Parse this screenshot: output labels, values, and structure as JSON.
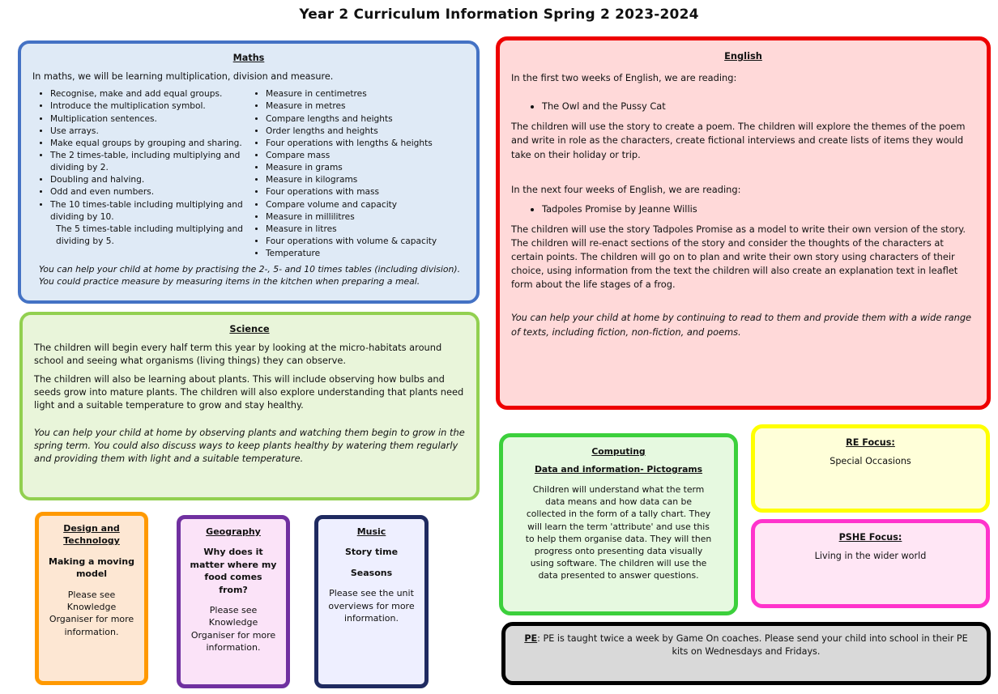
{
  "title": "Year 2 Curriculum Information Spring 2 2023-2024",
  "maths": {
    "heading": "Maths",
    "intro": "In maths, we will be learning multiplication, division and measure.",
    "col1": [
      "Recognise, make and add equal groups.",
      "Introduce the multiplication symbol.",
      "Multiplication sentences.",
      "Use arrays.",
      "Make equal groups by grouping and sharing.",
      "The 2 times-table, including multiplying and dividing by 2.",
      "Doubling and halving.",
      "Odd and even numbers.",
      "The 10 times-table including multiplying and dividing by 10."
    ],
    "col1_extra": "The 5 times-table including multiplying and dividing by 5.",
    "col2": [
      "Measure in centimetres",
      "Measure in metres",
      "Compare lengths and heights",
      "Order lengths and heights",
      "Four operations with lengths & heights",
      "Compare mass",
      "Measure in grams",
      "Measure in kilograms",
      "Four operations with mass",
      "Compare volume and capacity",
      "Measure in millilitres",
      "Measure in litres",
      "Four operations with volume & capacity",
      "Temperature"
    ],
    "help": "You can help your child at home by practising the 2-, 5- and 10 times tables (including division). You could practice measure by measuring items in the kitchen when preparing a meal."
  },
  "science": {
    "heading": "Science",
    "p1": "The children will begin every half term this year by looking at the micro-habitats around school and seeing what organisms (living things) they can observe.",
    "p2": "The children will also be learning about plants. This will include observing how bulbs and seeds grow into mature plants. The children will also explore understanding that plants need light and a suitable temperature to grow and stay healthy.",
    "help": "You can help your child at home by observing plants and watching them begin to grow in the spring term. You could also discuss ways to keep plants healthy by watering them regularly and providing them with light and a suitable temperature."
  },
  "english": {
    "heading": "English",
    "p1": "In the first two weeks of English, we are reading:",
    "book1": "The Owl and the Pussy Cat",
    "p2": "The children will use the story to create a poem. The children will explore the themes of the poem and write in role as the characters, create fictional interviews and create lists of items they would take on their holiday or trip.",
    "p3": "In the next four weeks of English, we are reading:",
    "book2": "Tadpoles Promise by Jeanne Willis",
    "p4": "The children will use the story Tadpoles Promise as a model to write their own version of the story. The children will re-enact sections of the story and consider the thoughts of the characters at certain points. The children will go on to plan and write their own story using characters of their choice, using information from the text the children will also create an explanation text in leaflet form about the life stages of a frog.",
    "help": "You can help your child at home by continuing to read to them and provide them with a wide range of texts, including fiction, non-fiction, and poems."
  },
  "computing": {
    "heading": "Computing",
    "subheading": "Data and information- Pictograms",
    "body": "Children will understand what the term data means and how data can be collected in the form of a tally chart. They will learn the term 'attribute' and use this to help them organise data. They will then progress onto presenting data visually using software. The children will use the data presented to answer questions."
  },
  "re": {
    "heading": "RE Focus:",
    "body": "Special Occasions"
  },
  "pshe": {
    "heading": "PSHE Focus:",
    "body": "Living in the wider world"
  },
  "pe": {
    "label": "PE",
    "body": ": PE is taught twice a week by Game On coaches. Please send your child into school in their PE kits on Wednesdays and Fridays."
  },
  "dt": {
    "heading": "Design and Technology",
    "sub": "Making a moving model",
    "body": "Please see Knowledge Organiser for more information."
  },
  "geography": {
    "heading": "Geography",
    "sub": "Why does it matter where my food comes from?",
    "body": "Please see Knowledge Organiser for more information."
  },
  "music": {
    "heading": "Music",
    "sub1": "Story time",
    "sub2": "Seasons",
    "body": "Please see the unit overviews for more information."
  }
}
